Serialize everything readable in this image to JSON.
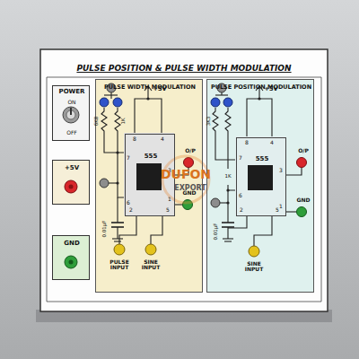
{
  "diagram": {
    "title": "PULSE POSITION & PULSE WIDTH MODULATION",
    "nodes": [
      {
        "text": [
          "POWER",
          "ON",
          "OFF"
        ]
      },
      {
        "text": [
          "+5V"
        ]
      },
      {
        "text": [
          "GND"
        ]
      },
      {
        "text": [
          "PULSE WIDTH MODULATION"
        ]
      },
      {
        "text": [
          "555"
        ],
        "in": 3
      },
      {
        "text": [
          "PULSE POSITION MODULATION"
        ]
      },
      {
        "text": [
          "555"
        ],
        "in": 5
      }
    ],
    "labels": [
      "+5V",
      "6K8",
      "1K",
      "8",
      "4",
      "7",
      "6",
      "2",
      "5",
      "3",
      "1",
      "O/P",
      "GND",
      "0.01µF",
      "PULSE INPUT",
      "SINE INPUT",
      "+5V",
      "3K3",
      "1K",
      "8",
      "4",
      "7",
      "6",
      "2",
      "5",
      "3",
      "1",
      "O/P",
      "GND",
      "0.01µF",
      "SINE INPUT",
      "DUFON",
      "EXPORT"
    ]
  }
}
